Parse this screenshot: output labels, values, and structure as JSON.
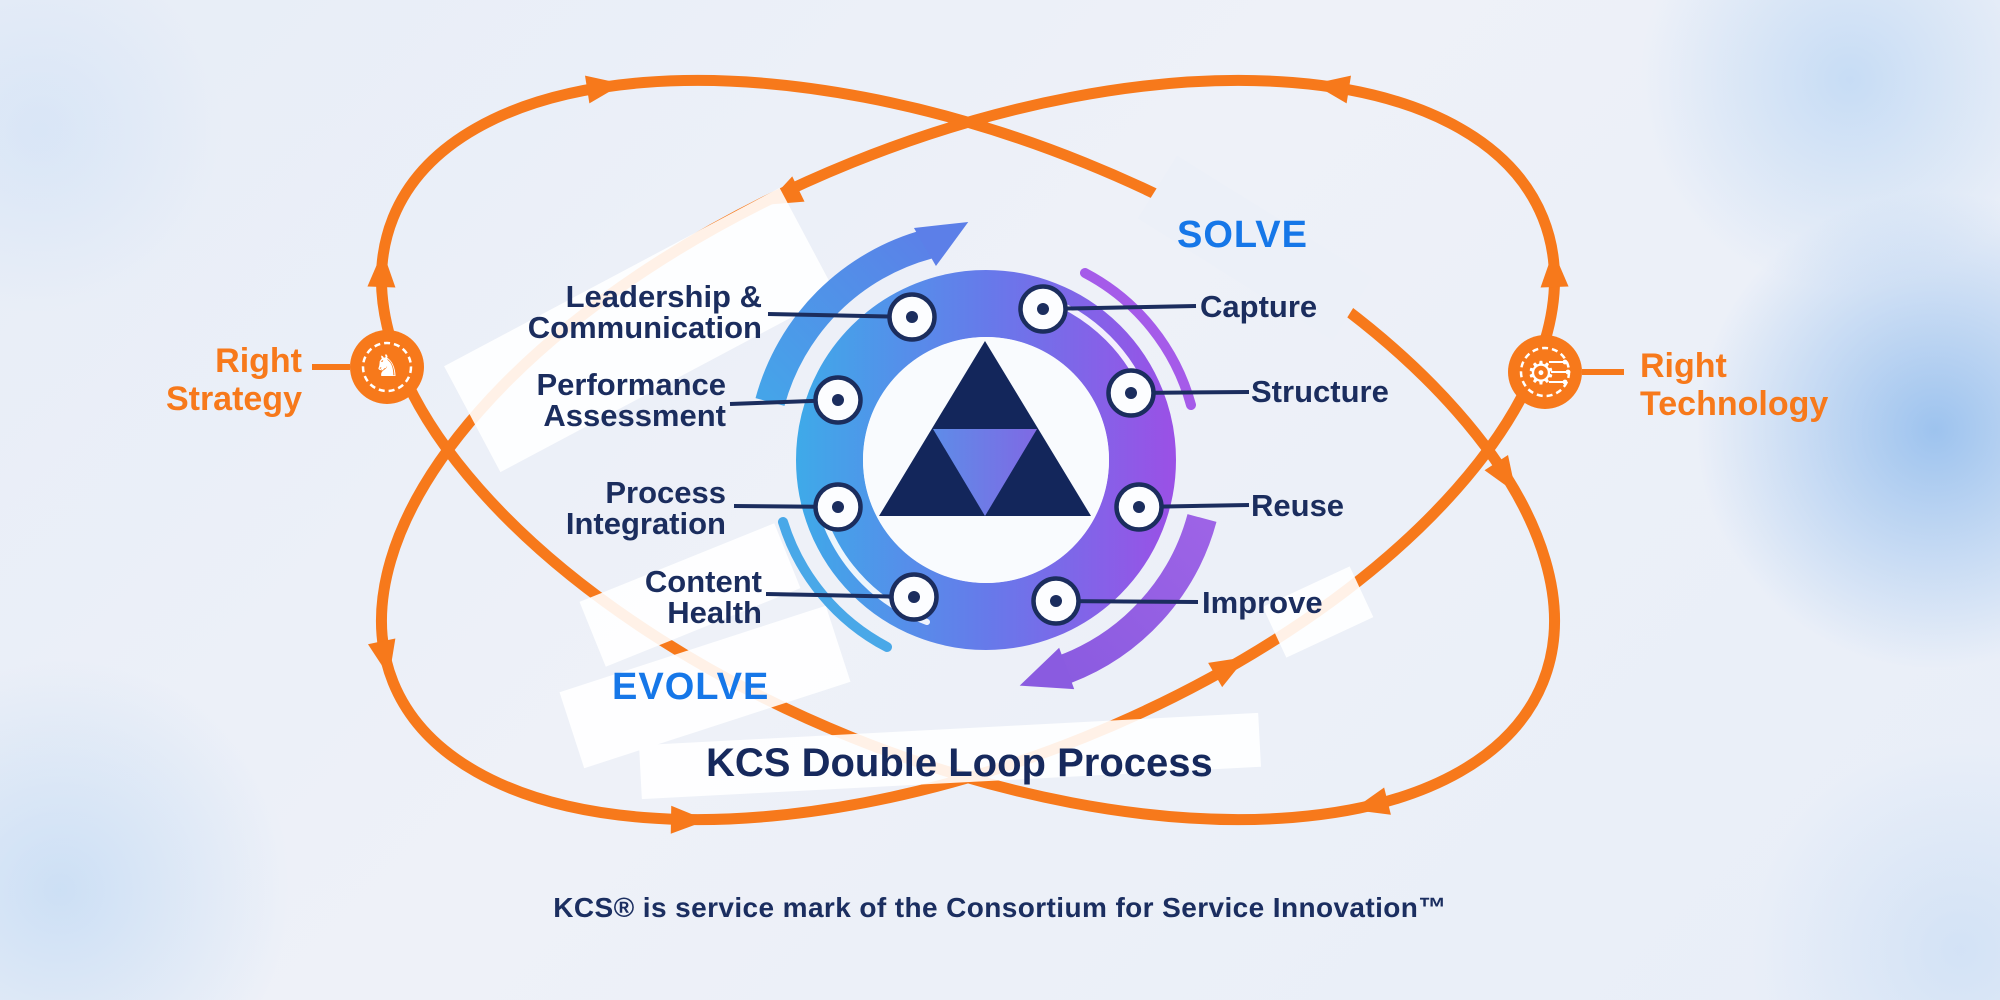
{
  "diagram": {
    "title": "KCS Double Loop Process",
    "footer": "KCS® is service mark of the Consortium for Service Innovation™",
    "solve_label": "SOLVE",
    "evolve_label": "EVOLVE",
    "strategy": {
      "line1": "Right",
      "line2": "Strategy",
      "icon": "chess-knight-gear-icon",
      "glyph": "♞"
    },
    "technology": {
      "line1": "Right",
      "line2": "Technology",
      "icon": "gear-circuit-icon",
      "glyph": "⚙"
    },
    "evolve_items": [
      {
        "line1": "Leadership &",
        "line2": "Communication"
      },
      {
        "line1": "Performance",
        "line2": "Assessment"
      },
      {
        "line1": "Process",
        "line2": "Integration"
      },
      {
        "line1": "Content",
        "line2": "Health"
      }
    ],
    "solve_items": [
      {
        "label": "Capture"
      },
      {
        "label": "Structure"
      },
      {
        "label": "Reuse"
      },
      {
        "label": "Improve"
      }
    ],
    "colors": {
      "orange": "#F7791B",
      "navy": "#1B2D5E",
      "phase_blue": "#1677E8",
      "ring_blue": "#3FA9E9",
      "ring_mid": "#6779EA",
      "ring_purple": "#9C4FE6",
      "arrow_blue": "#5C7FE8",
      "arrow_purple": "#8A5BE0",
      "triangle_dark": "#13265B"
    }
  }
}
